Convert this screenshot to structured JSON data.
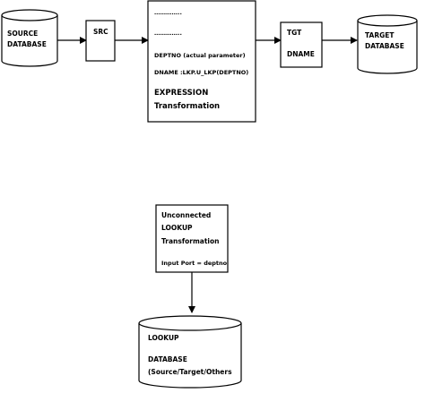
{
  "source_db": {
    "line1": "SOURCE",
    "line2": "DATABASE"
  },
  "src_box": {
    "label": "SRC"
  },
  "expression_box": {
    "dots1": "…………..",
    "dots2": "…………..",
    "deptno": "DEPTNO (actual parameter)",
    "dname": "DNAME :LKP.U_LKP(DEPTNO)",
    "title1": "EXPRESSION",
    "title2": "Transformation"
  },
  "tgt_box": {
    "line1": "TGT",
    "line2": "DNAME"
  },
  "target_db": {
    "line1": "TARGET",
    "line2": "DATABASE"
  },
  "lookup_box": {
    "line1": "Unconnected",
    "line2": "LOOKUP",
    "line3": "Transformation",
    "port": "Input Port = deptno"
  },
  "lookup_db": {
    "line1": "LOOKUP",
    "line2": "DATABASE",
    "line3": "(Source/Target/Others"
  }
}
